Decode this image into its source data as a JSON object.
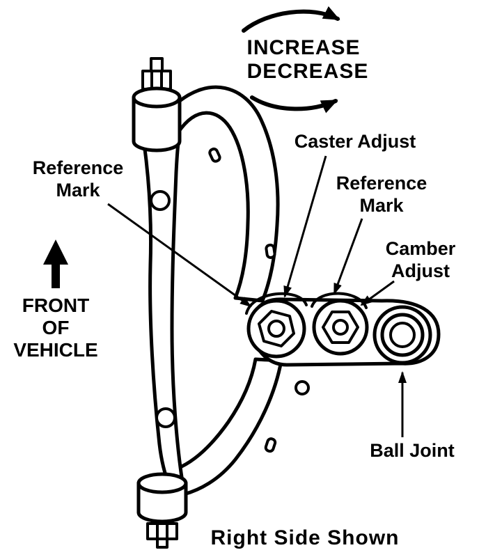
{
  "diagram": {
    "kind": "suspension upper control arm caster/camber adjustment diagram",
    "colors": {
      "line": "#000000",
      "background": "#ffffff"
    },
    "labels": {
      "increase": "INCREASE",
      "decrease": "DECREASE",
      "caster_adjust": "Caster Adjust",
      "reference_mark_left_line1": "Reference",
      "reference_mark_left_line2": "Mark",
      "reference_mark_right_line1": "Reference",
      "reference_mark_right_line2": "Mark",
      "camber_adjust_line1": "Camber",
      "camber_adjust_line2": "Adjust",
      "front_line1": "FRONT",
      "front_line2": "OF",
      "front_line3": "VEHICLE",
      "ball_joint": "Ball Joint",
      "caption": "Right Side Shown"
    }
  }
}
